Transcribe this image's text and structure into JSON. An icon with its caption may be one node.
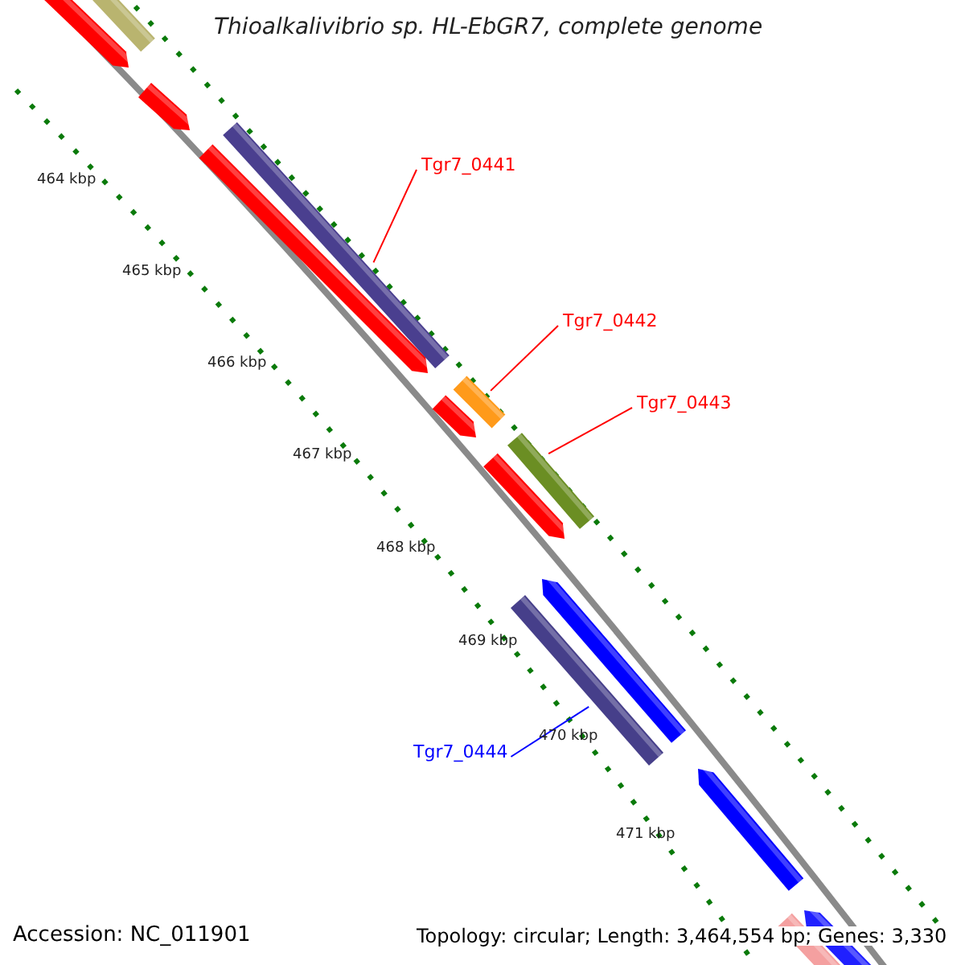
{
  "diagram": {
    "title": "Thioalkalivibrio sp. HL-EbGR7, complete genome",
    "nodes": [
      {
        "text": [
          "Tgr7_0441"
        ]
      },
      {
        "text": [],
        "shape": "bar"
      },
      {
        "text": [
          "Tgr7_0442"
        ]
      },
      {
        "text": [],
        "shape": "bar"
      },
      {
        "text": [
          "Tgr7_0443"
        ]
      },
      {
        "text": [],
        "shape": "bar"
      },
      {
        "text": [
          "Tgr7_0444"
        ]
      },
      {
        "text": [],
        "shape": "bar"
      }
    ],
    "edges": [
      {
        "from": 0,
        "to": 1,
        "arrow": "none"
      },
      {
        "from": 2,
        "to": 3,
        "arrow": "none"
      },
      {
        "from": 4,
        "to": 5,
        "arrow": "none"
      },
      {
        "from": 6,
        "to": 7,
        "arrow": "none",
        "color": "#0000ff"
      }
    ],
    "labels": [
      "464 kbp",
      "465 kbp",
      "466 kbp",
      "467 kbp",
      "468 kbp",
      "469 kbp",
      "470 kbp",
      "471 kbp",
      "Accession: NC_011901",
      "Topology: circular; Length: 3,464,554 bp; Genes: 3,330"
    ]
  }
}
